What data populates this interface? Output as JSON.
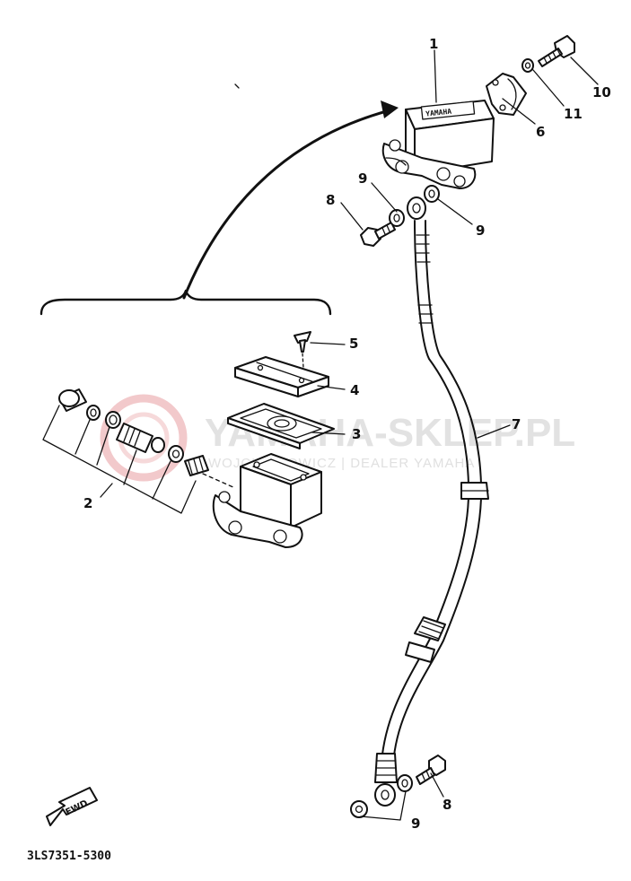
{
  "diagram": {
    "part_code": "3LS7351-5300",
    "fwd_label": "FWD",
    "brand_on_reservoir": "YAMAHA",
    "watermark": {
      "main": "YAMAHA-SKLEP.PL",
      "sub": "WOJCIECHOWICZ | DEALER YAMAHA"
    },
    "callouts": [
      {
        "id": "c1",
        "label": "1"
      },
      {
        "id": "c2",
        "label": "2"
      },
      {
        "id": "c3",
        "label": "3"
      },
      {
        "id": "c4",
        "label": "4"
      },
      {
        "id": "c5",
        "label": "5"
      },
      {
        "id": "c6",
        "label": "6"
      },
      {
        "id": "c7",
        "label": "7"
      },
      {
        "id": "c8a",
        "label": "8"
      },
      {
        "id": "c8b",
        "label": "8"
      },
      {
        "id": "c9a",
        "label": "9"
      },
      {
        "id": "c9b",
        "label": "9"
      },
      {
        "id": "c9c",
        "label": "9"
      },
      {
        "id": "c10",
        "label": "10"
      },
      {
        "id": "c11",
        "label": "11"
      }
    ]
  }
}
